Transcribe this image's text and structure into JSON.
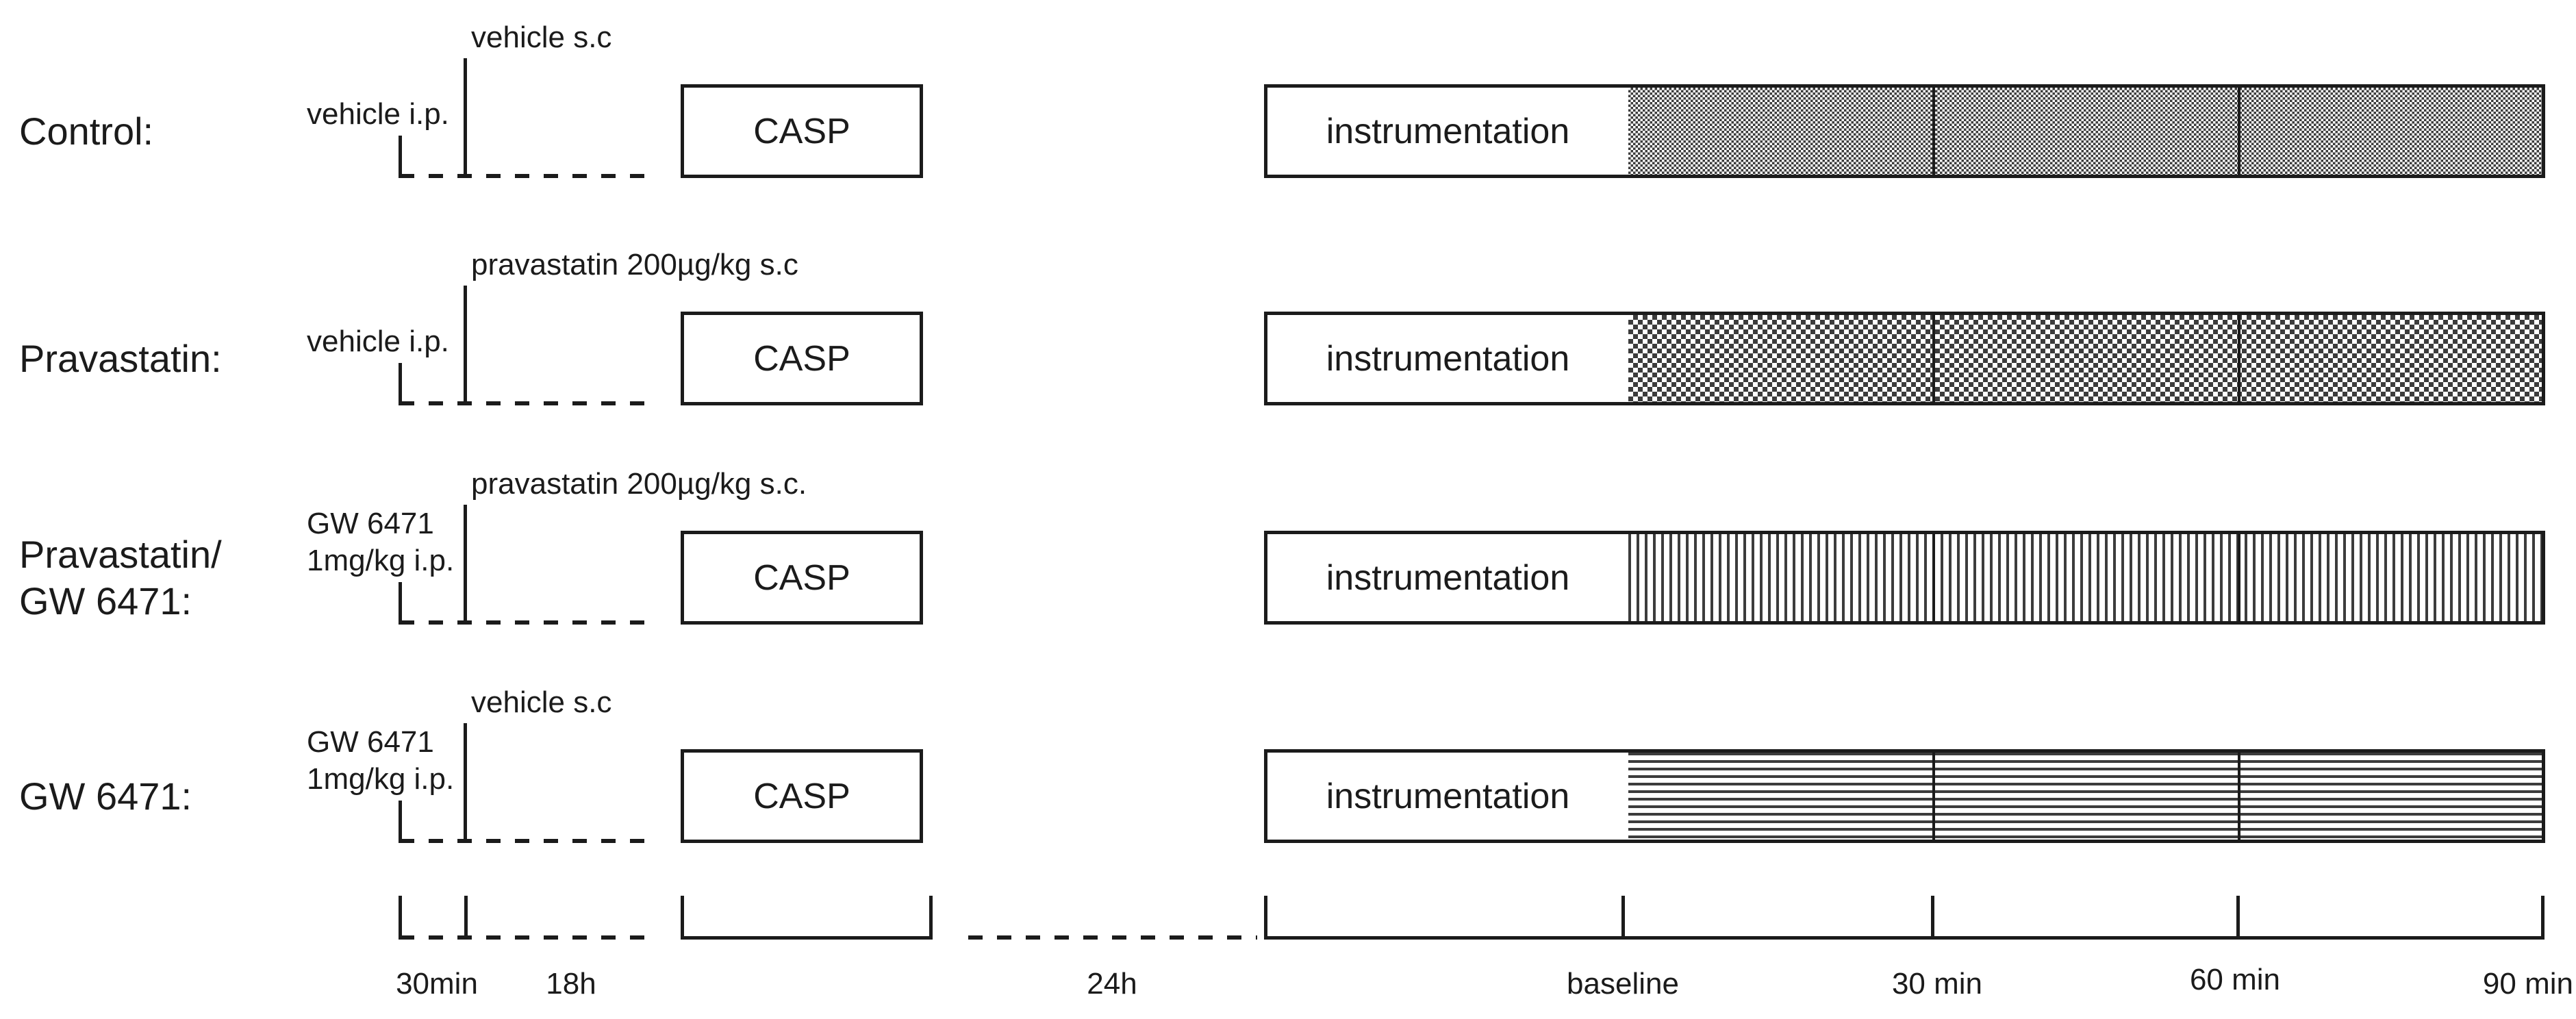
{
  "colors": {
    "ink": "#1b1b1b",
    "pattern_dark": "#3c3c3c",
    "background": "#ffffff"
  },
  "rows": [
    {
      "group_label": "Control:",
      "ip_label": "vehicle i.p.",
      "sc_label": "vehicle s.c",
      "casp_label": "CASP",
      "instrumentation_label": "instrumentation",
      "pattern": "checker-fine"
    },
    {
      "group_label": "Pravastatin:",
      "ip_label": "vehicle i.p.",
      "sc_label": "pravastatin 200µg/kg s.c",
      "casp_label": "CASP",
      "instrumentation_label": "instrumentation",
      "pattern": "checker-coarse"
    },
    {
      "group_label": "Pravastatin/\nGW 6471:",
      "ip_label": "GW 6471\n1mg/kg i.p.",
      "sc_label": "pravastatin 200µg/kg s.c.",
      "casp_label": "CASP",
      "instrumentation_label": "instrumentation",
      "pattern": "vertical-stripes"
    },
    {
      "group_label": "GW 6471:",
      "ip_label": "GW 6471\n1mg/kg i.p.",
      "sc_label": "vehicle s.c",
      "casp_label": "CASP",
      "instrumentation_label": "instrumentation",
      "pattern": "horizontal-stripes"
    }
  ],
  "timeline": {
    "labels": {
      "pre_30min": "30min",
      "pre_18h": "18h",
      "pre_24h": "24h",
      "baseline": "baseline",
      "min30": "30 min",
      "min60": "60 min",
      "min90": "90 min"
    }
  }
}
